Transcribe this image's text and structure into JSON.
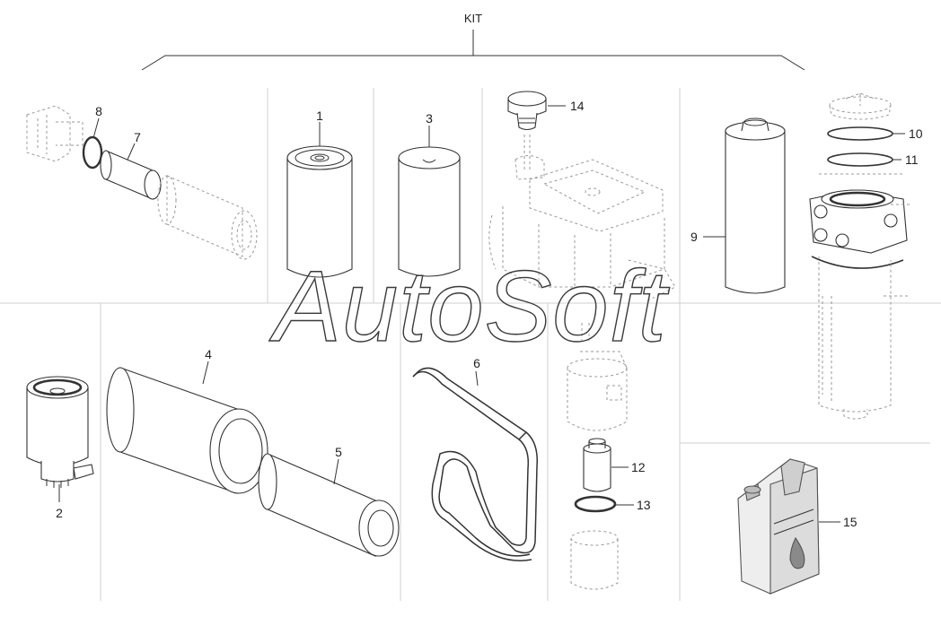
{
  "kit_label": "KIT",
  "watermark": "AutoSoft",
  "callouts": {
    "c1": "1",
    "c2": "2",
    "c3": "3",
    "c4": "4",
    "c5": "5",
    "c6": "6",
    "c7": "7",
    "c8": "8",
    "c9": "9",
    "c10": "10",
    "c11": "11",
    "c12": "12",
    "c13": "13",
    "c14": "14",
    "c15": "15"
  },
  "colors": {
    "line": "#333333",
    "divider": "#cfcfcf",
    "background": "#ffffff"
  }
}
